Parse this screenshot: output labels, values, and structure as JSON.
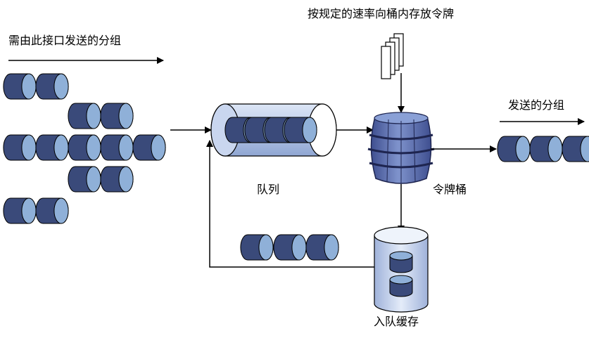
{
  "labels": {
    "incoming": "需由此接口发送的分组",
    "token_rate": "按规定的速率向桶内存放令牌",
    "queue": "队列",
    "token_bucket": "令牌桶",
    "sent": "发送的分组",
    "enqueue_buffer": "入队缓存"
  },
  "colors": {
    "packet_body": "#3a4a7a",
    "packet_face": "#8fb0d8",
    "pipe_fill": "#b8c8e8",
    "barrel_fill": "#5b6fae",
    "barrel_band": "#2c3570",
    "stroke": "#000000"
  },
  "icons": [
    "packet-icon",
    "token-card-icon",
    "barrel-icon",
    "cylinder-icon"
  ]
}
